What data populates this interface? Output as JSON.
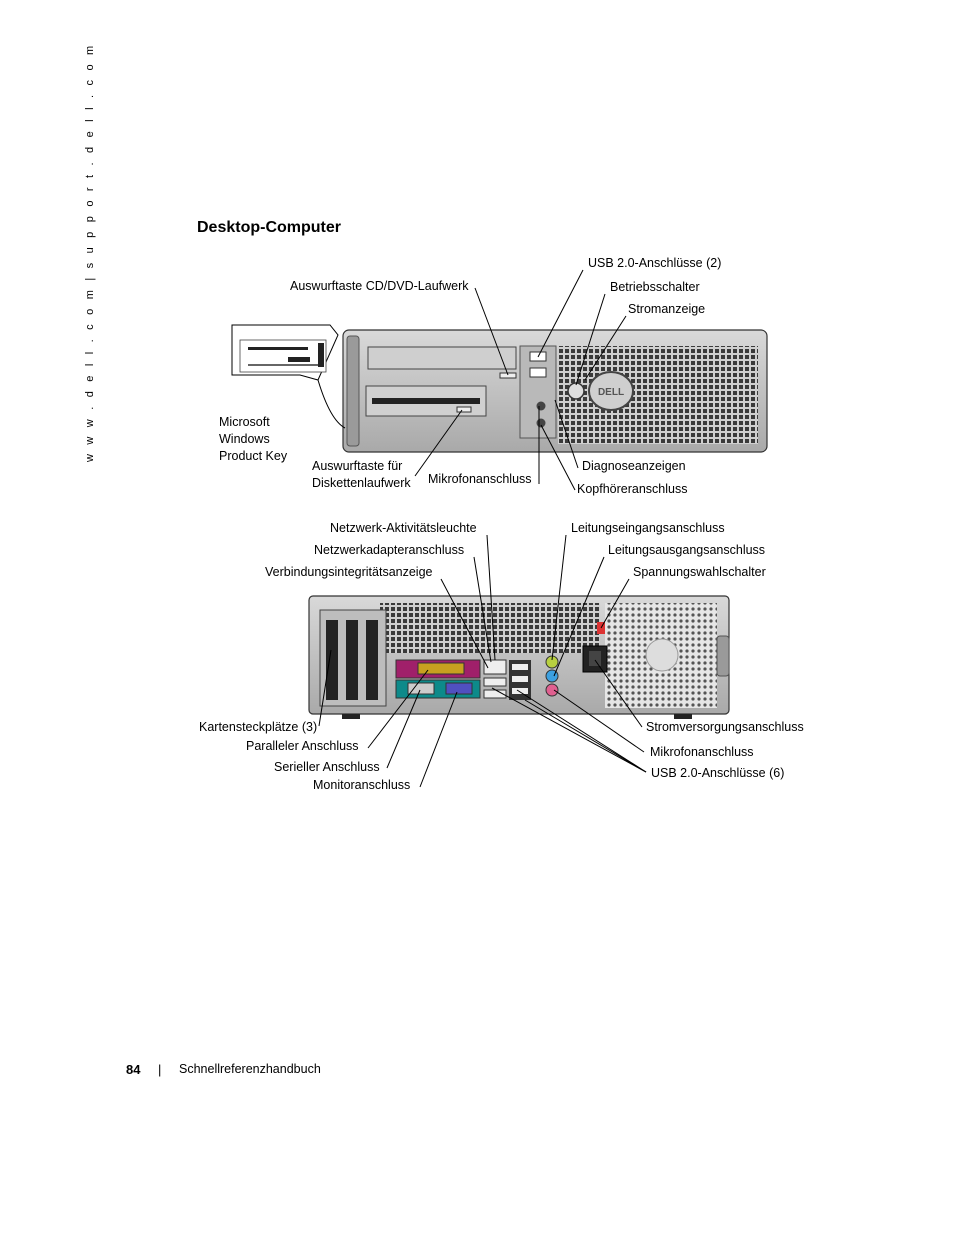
{
  "side_url": "w w w . d e l l . c o m  |  s u p p o r t . d e l l . c o m",
  "heading": "Desktop-Computer",
  "front_labels": {
    "usb_front": "USB 2.0-Anschlüsse (2)",
    "eject_cd": "Auswurftaste CD/DVD-Laufwerk",
    "power_button": "Betriebsschalter",
    "power_light": "Stromanzeige",
    "product_key_1": "Microsoft",
    "product_key_2": "Windows",
    "product_key_3": "Product Key",
    "eject_floppy_1": "Auswurftaste für",
    "eject_floppy_2": "Diskettenlaufwerk",
    "mic_front": "Mikrofonanschluss",
    "diag_lights": "Diagnoseanzeigen",
    "headphone": "Kopfhöreranschluss"
  },
  "back_labels": {
    "net_activity": "Netzwerk-Aktivitätsleuchte",
    "line_in": "Leitungseingangsanschluss",
    "net_adapter": "Netzwerkadapteranschluss",
    "line_out": "Leitungsausgangsanschluss",
    "link_integrity": "Verbindungsintegritätsanzeige",
    "voltage_switch": "Spannungswahlschalter",
    "card_slots": "Kartensteckplätze (3)",
    "power_connector": "Stromversorgungsanschluss",
    "parallel": "Paralleler Anschluss",
    "mic_back": "Mikrofonanschluss",
    "serial": "Serieller Anschluss",
    "usb_back": "USB 2.0-Anschlüsse (6)",
    "monitor": "Monitoranschluss"
  },
  "logo_text": "DELL",
  "footer": {
    "page": "84",
    "sep": "|",
    "title": "Schnellreferenzhandbuch"
  }
}
